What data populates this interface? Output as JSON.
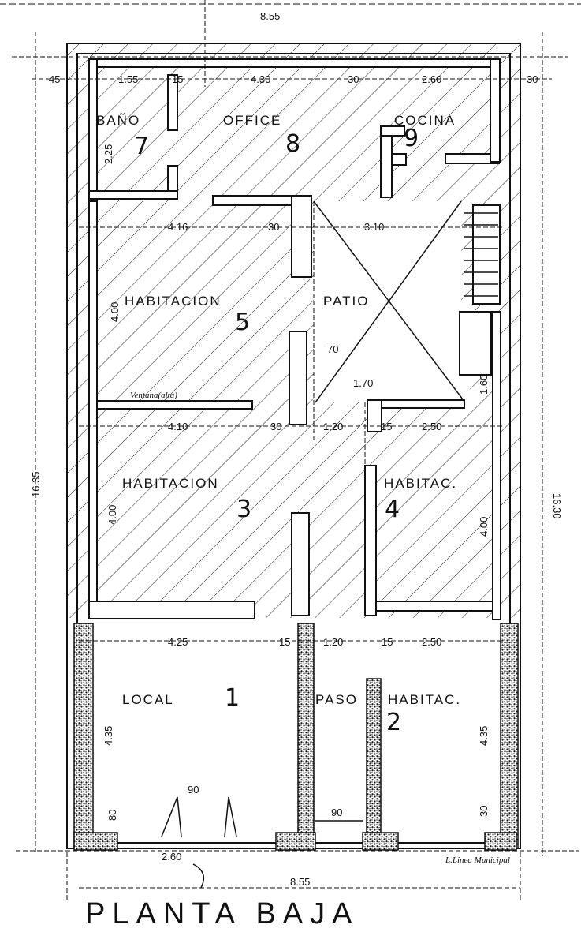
{
  "title": "PLANTA BAJA",
  "municipal_line": "L.Linea Municipal",
  "ventana_note": "Ventana(alta)",
  "rooms": {
    "bano": {
      "label": "BAÑO",
      "number": "7"
    },
    "office": {
      "label": "OFFICE",
      "number": "8"
    },
    "cocina": {
      "label": "COCINA",
      "number": "9"
    },
    "hab5": {
      "label": "HABITACION",
      "number": "5"
    },
    "patio": {
      "label": "PATIO"
    },
    "hab3": {
      "label": "HABITACION",
      "number": "3"
    },
    "hab4": {
      "label": "HABITAC.",
      "number": "4"
    },
    "local": {
      "label": "LOCAL",
      "number": "1"
    },
    "paso": {
      "label": "PASO"
    },
    "hab2": {
      "label": "HABITAC.",
      "number": "2"
    }
  },
  "dimensions": {
    "top_total": "8.55",
    "bottom_total": "8.55",
    "left_height": "16.35",
    "right_height": "16.30",
    "d_45": "45",
    "d_1_55": "1.55",
    "d_15": "15",
    "d_4_30": "4.30",
    "d_30_top": "30",
    "d_2_60": "2.60",
    "d_30_right": "30",
    "d_2_25": "2.25",
    "d_4_16": "4.16",
    "d_30_mid": "30",
    "d_3_10": "3.10",
    "d_4_00_a": "4.00",
    "d_4_10": "4.10",
    "d_30_b": "30",
    "d_1_20_a": "1.20",
    "d_15_a": "15",
    "d_2_50_a": "2.50",
    "d_70": "70",
    "d_1_70": "1.70",
    "d_1_60": "1.60",
    "d_4_00_b": "4.00",
    "d_4_00_c": "4.00",
    "d_4_25": "4.25",
    "d_15_b": "15",
    "d_1_20_b": "1.20",
    "d_15_c": "15",
    "d_2_50_b": "2.50",
    "d_4_35": "4.35",
    "d_4_35_r": "4.35",
    "d_90_a": "90",
    "d_90_b": "90",
    "d_80": "80",
    "d_2_60_b": "2.60",
    "d_30_c": "30"
  }
}
